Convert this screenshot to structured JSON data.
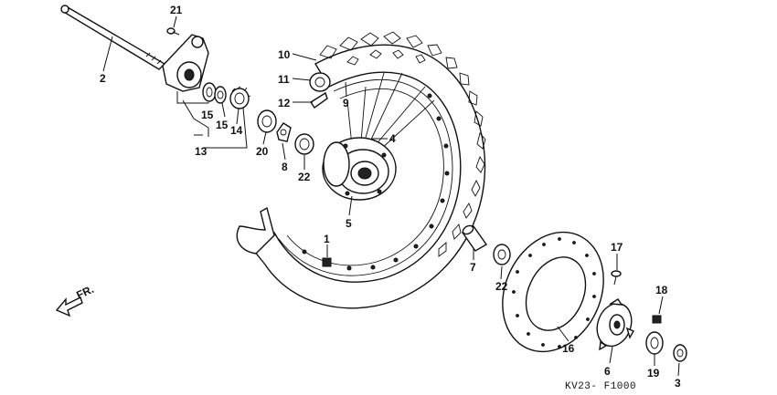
{
  "diagram": {
    "code": "KV23- F1000",
    "direction_label": "FR.",
    "parts": [
      {
        "id": "p1",
        "number": "1"
      },
      {
        "id": "p2",
        "number": "2"
      },
      {
        "id": "p3",
        "number": "3"
      },
      {
        "id": "p4",
        "number": "4"
      },
      {
        "id": "p5",
        "number": "5"
      },
      {
        "id": "p6",
        "number": "6"
      },
      {
        "id": "p7",
        "number": "7"
      },
      {
        "id": "p8",
        "number": "8"
      },
      {
        "id": "p9",
        "number": "9"
      },
      {
        "id": "p10",
        "number": "10"
      },
      {
        "id": "p11",
        "number": "11"
      },
      {
        "id": "p12",
        "number": "12"
      },
      {
        "id": "p13",
        "number": "13"
      },
      {
        "id": "p14",
        "number": "14"
      },
      {
        "id": "p15a",
        "number": "15"
      },
      {
        "id": "p15b",
        "number": "15"
      },
      {
        "id": "p16",
        "number": "16"
      },
      {
        "id": "p17",
        "number": "17"
      },
      {
        "id": "p18",
        "number": "18"
      },
      {
        "id": "p19",
        "number": "19"
      },
      {
        "id": "p20",
        "number": "20"
      },
      {
        "id": "p21",
        "number": "21"
      },
      {
        "id": "p22a",
        "number": "22"
      },
      {
        "id": "p22b",
        "number": "22"
      }
    ]
  }
}
